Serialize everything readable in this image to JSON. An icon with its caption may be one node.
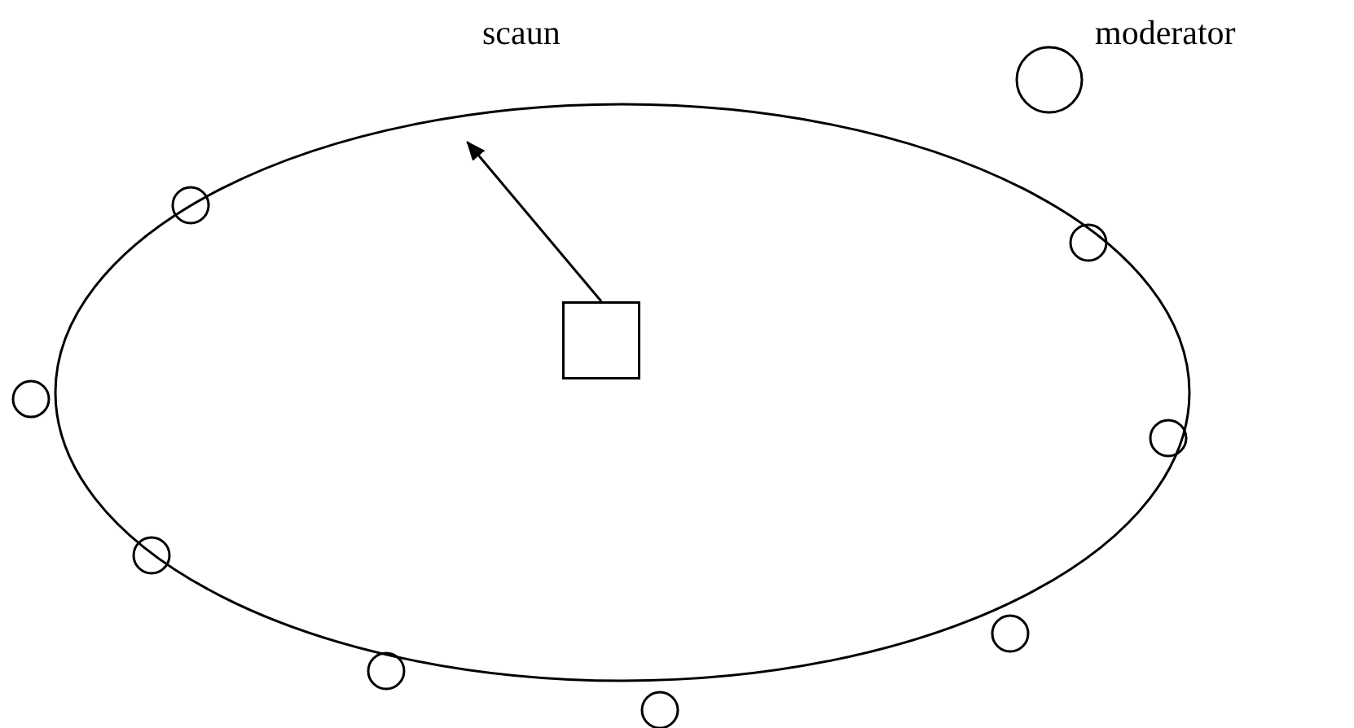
{
  "diagram": {
    "nodes": [
      {
        "text": [],
        "shape": "ellipse"
      },
      {
        "text": [],
        "shape": "box",
        "in": 0
      }
    ],
    "edges": [
      {
        "from": 1,
        "to": 0,
        "arrow": "to"
      }
    ],
    "labels": [
      "scaun"
    ],
    "legend": [
      {
        "text": "moderator"
      }
    ]
  }
}
